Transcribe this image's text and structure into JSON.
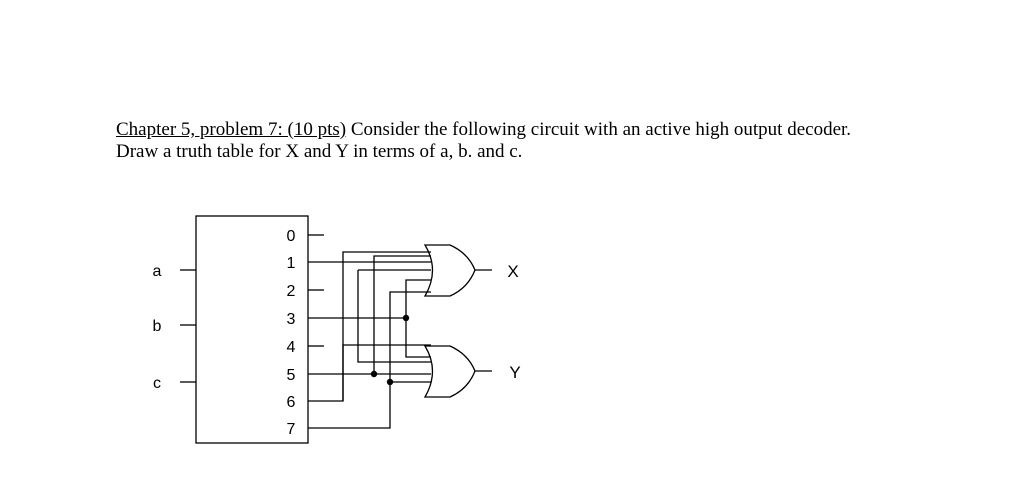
{
  "problem": {
    "heading": "Chapter 5, problem 7: (10 pts)",
    "line1_rest": " Consider the following circuit with an active high output decoder.",
    "line2": "Draw a truth table for X and Y in terms of a, b. and c."
  },
  "circuit": {
    "inputs": [
      "a",
      "b",
      "c"
    ],
    "decoder_outputs": [
      "0",
      "1",
      "2",
      "3",
      "4",
      "5",
      "6",
      "7"
    ],
    "outputs": [
      "X",
      "Y"
    ]
  }
}
